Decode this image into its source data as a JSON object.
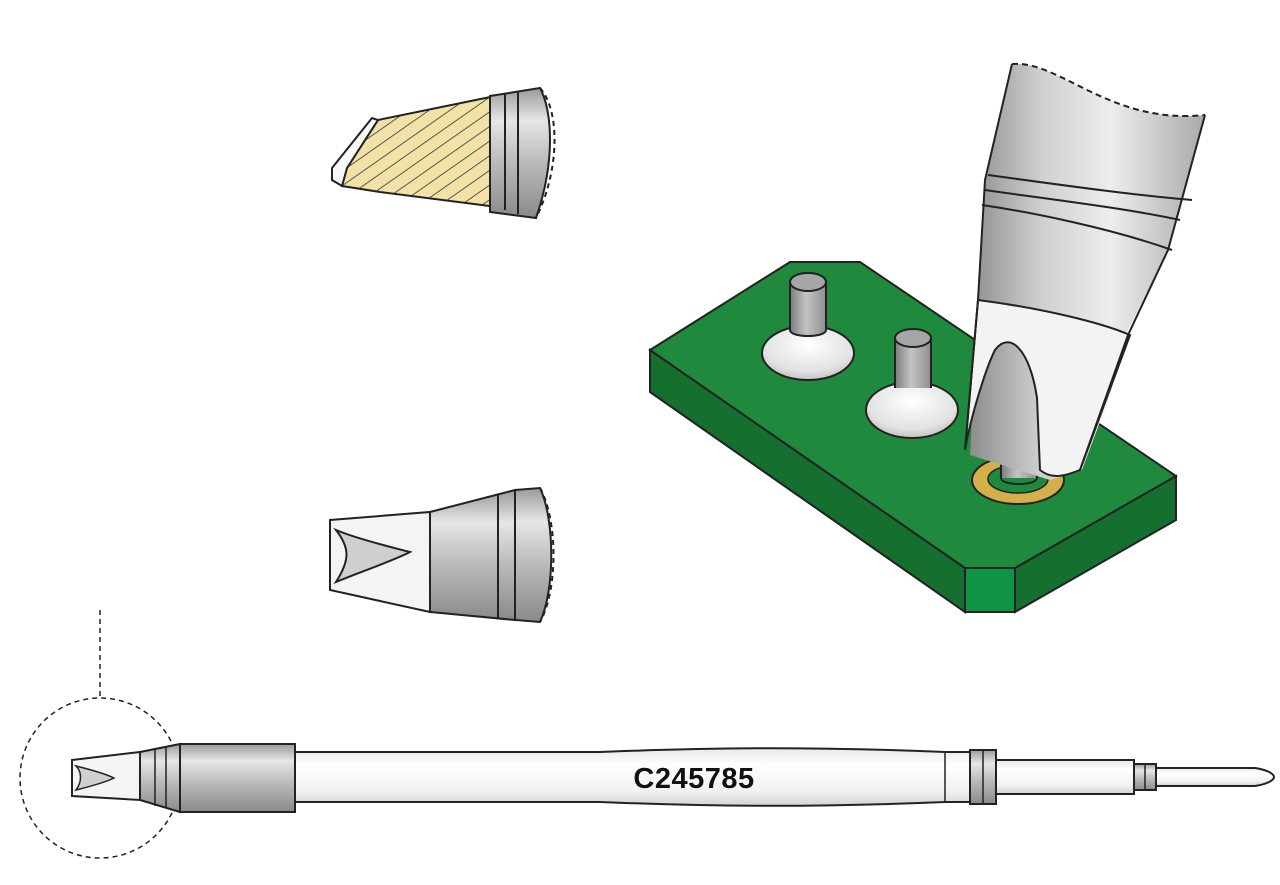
{
  "part_number": "C245785",
  "colors": {
    "pcb_top": "#1f8a3e",
    "pcb_side": "#157030",
    "pcb_corner_face": "#0f9445",
    "solder_pad": "#d4b04a",
    "tin_hatch_fill": "#f3e2a8",
    "metal_light": "#f2f2f2",
    "metal_mid": "#c9c9c9",
    "metal_dark": "#8f8f8f",
    "outline": "#222222"
  },
  "icons": [
    "tip-side-view-hatched",
    "tip-top-view",
    "pcb-with-pins",
    "soldering-tip-cartridge"
  ]
}
